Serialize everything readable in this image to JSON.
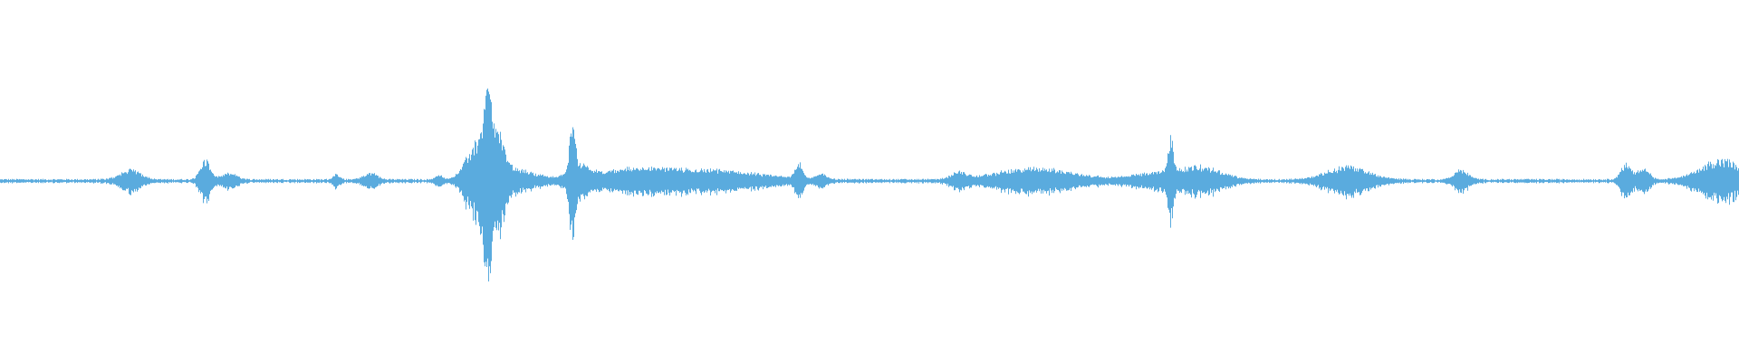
{
  "waveform": {
    "color": "#5aabde",
    "background": "#ffffff",
    "baseline_amplitude": 0.004,
    "bursts": [
      {
        "t": 0.075,
        "width": 0.006,
        "amp": 0.03
      },
      {
        "t": 0.118,
        "width": 0.003,
        "amp": 0.06
      },
      {
        "t": 0.132,
        "width": 0.004,
        "amp": 0.02
      },
      {
        "t": 0.193,
        "width": 0.002,
        "amp": 0.015
      },
      {
        "t": 0.213,
        "width": 0.004,
        "amp": 0.02
      },
      {
        "t": 0.252,
        "width": 0.002,
        "amp": 0.015
      },
      {
        "t": 0.276,
        "width": 0.007,
        "amp": 0.12
      },
      {
        "t": 0.28,
        "width": 0.0015,
        "amp": 0.22
      },
      {
        "t": 0.286,
        "width": 0.004,
        "amp": 0.1
      },
      {
        "t": 0.296,
        "width": 0.012,
        "amp": 0.03
      },
      {
        "t": 0.329,
        "width": 0.0015,
        "amp": 0.16
      },
      {
        "t": 0.333,
        "width": 0.006,
        "amp": 0.04
      },
      {
        "t": 0.362,
        "width": 0.018,
        "amp": 0.025
      },
      {
        "t": 0.405,
        "width": 0.03,
        "amp": 0.03
      },
      {
        "t": 0.459,
        "width": 0.002,
        "amp": 0.05
      },
      {
        "t": 0.472,
        "width": 0.003,
        "amp": 0.015
      },
      {
        "t": 0.551,
        "width": 0.004,
        "amp": 0.02
      },
      {
        "t": 0.595,
        "width": 0.022,
        "amp": 0.035
      },
      {
        "t": 0.663,
        "width": 0.012,
        "amp": 0.02
      },
      {
        "t": 0.673,
        "width": 0.0015,
        "amp": 0.1
      },
      {
        "t": 0.69,
        "width": 0.012,
        "amp": 0.04
      },
      {
        "t": 0.775,
        "width": 0.012,
        "amp": 0.04
      },
      {
        "t": 0.84,
        "width": 0.004,
        "amp": 0.03
      },
      {
        "t": 0.935,
        "width": 0.003,
        "amp": 0.05
      },
      {
        "t": 0.945,
        "width": 0.003,
        "amp": 0.04
      },
      {
        "t": 0.99,
        "width": 0.012,
        "amp": 0.06
      }
    ]
  }
}
